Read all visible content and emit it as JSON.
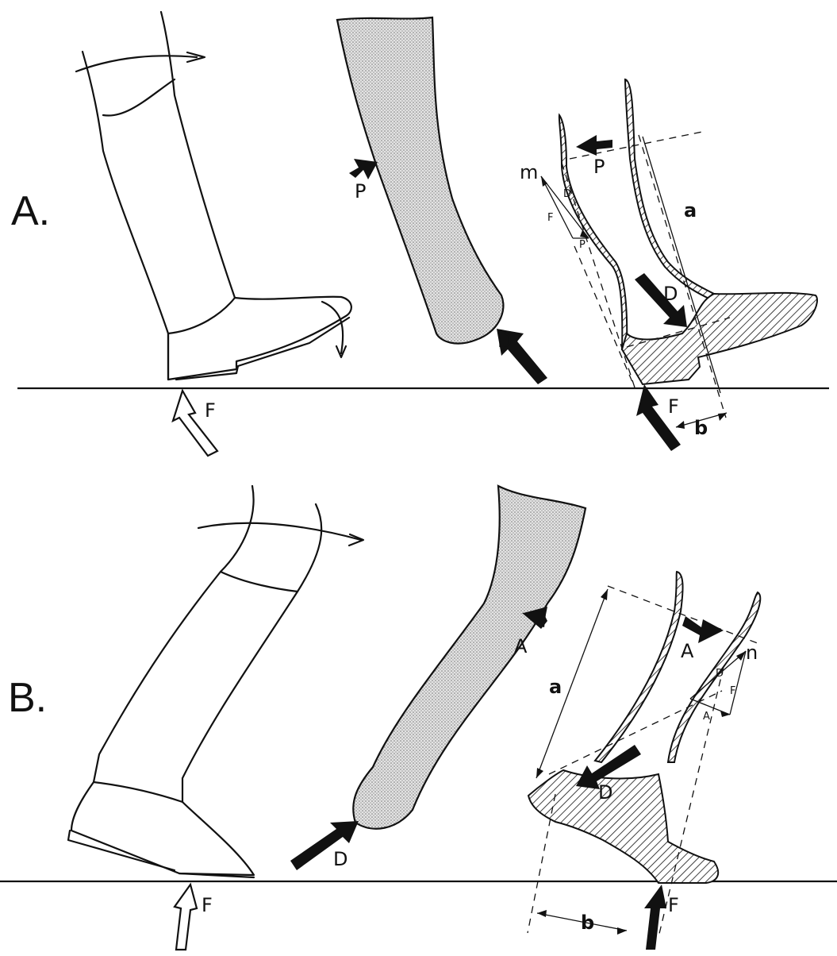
{
  "panels": [
    {
      "id": "A",
      "label": "A.",
      "forces": {
        "F": "F",
        "P": "P",
        "D": "D"
      },
      "vector_labels": {
        "m": "m",
        "D": "D",
        "F": "F",
        "P": "P"
      },
      "dimensions": {
        "a": "a",
        "b": "b"
      }
    },
    {
      "id": "B",
      "label": "B.",
      "forces": {
        "F": "F",
        "A": "A",
        "D": "D"
      },
      "vector_labels": {
        "n": "n",
        "D": "D",
        "F": "F",
        "A": "A"
      },
      "dimensions": {
        "a": "a",
        "b": "b"
      }
    }
  ],
  "colors": {
    "ink": "#111111",
    "paper": "#ffffff",
    "stipple": "#bdbdbd"
  }
}
